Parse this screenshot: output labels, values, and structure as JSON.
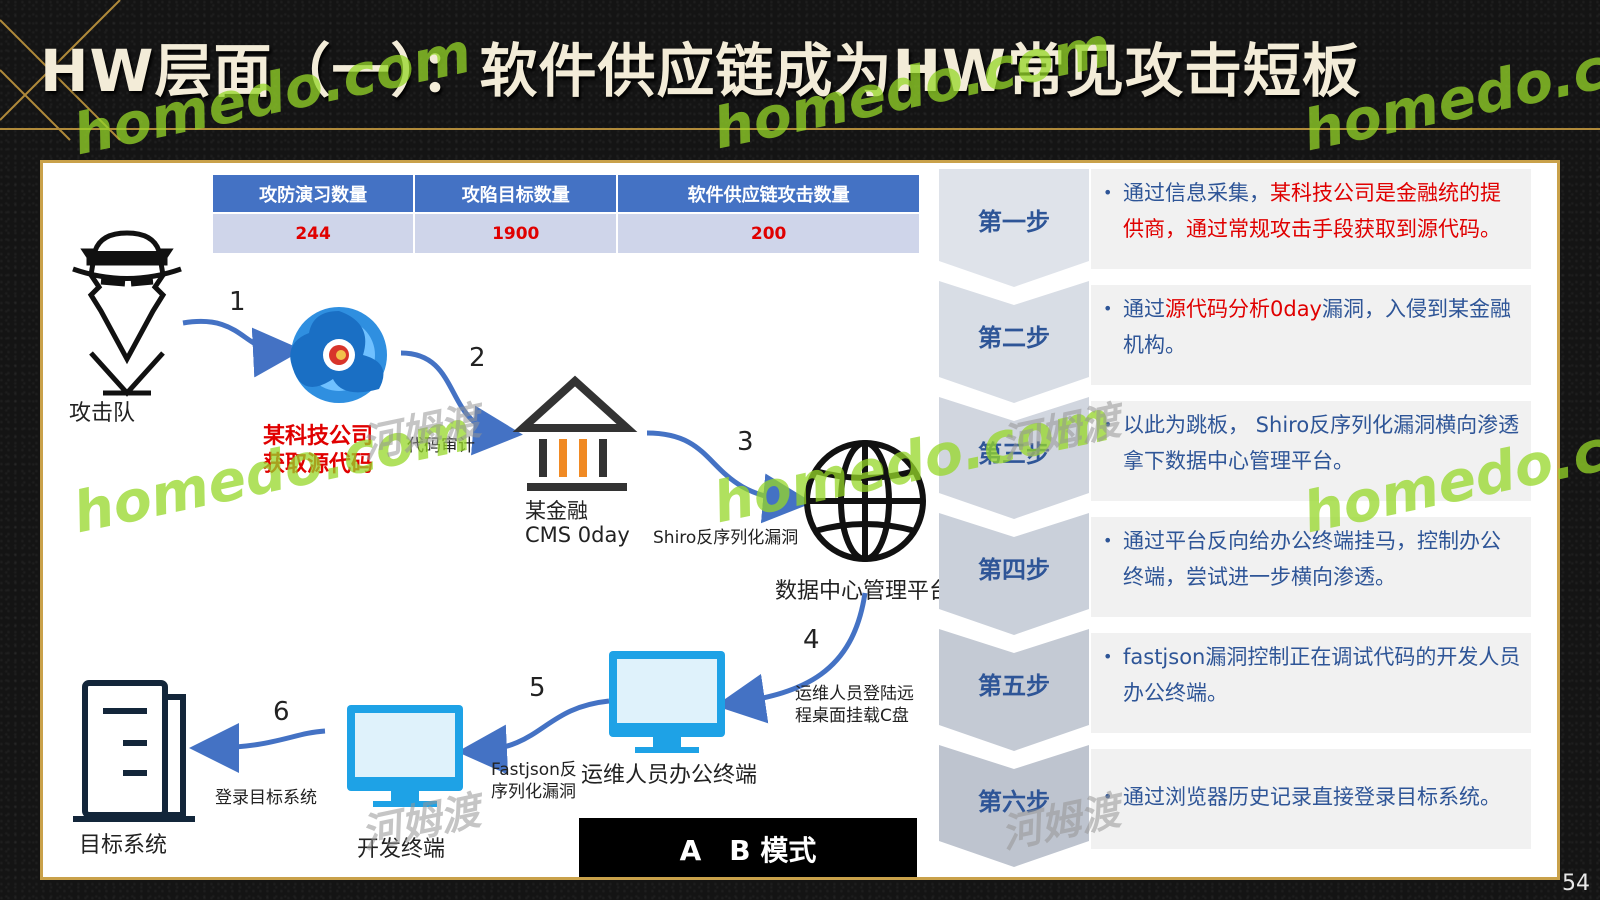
{
  "title": "HW层面（一）：软件供应链成为HW常见攻击短板",
  "stats": {
    "headers": [
      "攻防演习数量",
      "攻陷目标数量",
      "软件供应链攻击数量"
    ],
    "values": [
      "244",
      "1900",
      "200"
    ]
  },
  "diagram": {
    "attacker": "攻击队",
    "tech_company_line1": "某科技公司",
    "tech_company_line2": "获取源代码",
    "code_audit": "代码审计",
    "finance_line1": "某金融",
    "finance_line2": "CMS 0day",
    "shiro_vuln": "Shiro反序列化漏洞",
    "datacenter": "数据中心管理平台",
    "ops_note_line1": "运维人员登陆远",
    "ops_note_line2": "程桌面挂载C盘",
    "ops_terminal": "运维人员办公终端",
    "fastjson_line1": "Fastjson反",
    "fastjson_line2": "序列化漏洞",
    "dev_terminal": "开发终端",
    "login_target": "登录目标系统",
    "target_system": "目标系统",
    "numbers": [
      "1",
      "2",
      "3",
      "4",
      "5",
      "6"
    ]
  },
  "mode": "A　B 模式",
  "steps": [
    {
      "label": "第一步",
      "pre": "通过信息采集，",
      "highlight": "某科技公司是金融统的提供商，通过常规攻击手段获取到源代码。",
      "post": ""
    },
    {
      "label": "第二步",
      "pre": "通过",
      "highlight": "源代码分析0day",
      "post": "漏洞，入侵到某金融机构。"
    },
    {
      "label": "第三步",
      "pre": "以此为跳板， Shiro反序列化漏洞横向渗透拿下数据中心管理平台。",
      "highlight": "",
      "post": ""
    },
    {
      "label": "第四步",
      "pre": "通过平台反向给办公终端挂马，控制办公终端，尝试进一步横向渗透。",
      "highlight": "",
      "post": ""
    },
    {
      "label": "第五步",
      "pre": "fastjson漏洞控制正在调试代码的开发人员办公终端。",
      "highlight": "",
      "post": ""
    },
    {
      "label": "第六步",
      "pre": "通过浏览器历史记录直接登录目标系统。",
      "highlight": "",
      "post": ""
    }
  ],
  "page_number": "54",
  "watermarks": {
    "en": "homedo.com",
    "cn": "河姆渡"
  },
  "colors": {
    "accent_blue": "#4472c4",
    "arrow_blue": "#4472c4",
    "highlight_red": "#e00000",
    "step_text": "#2e5597",
    "gold": "#c9a14a"
  }
}
